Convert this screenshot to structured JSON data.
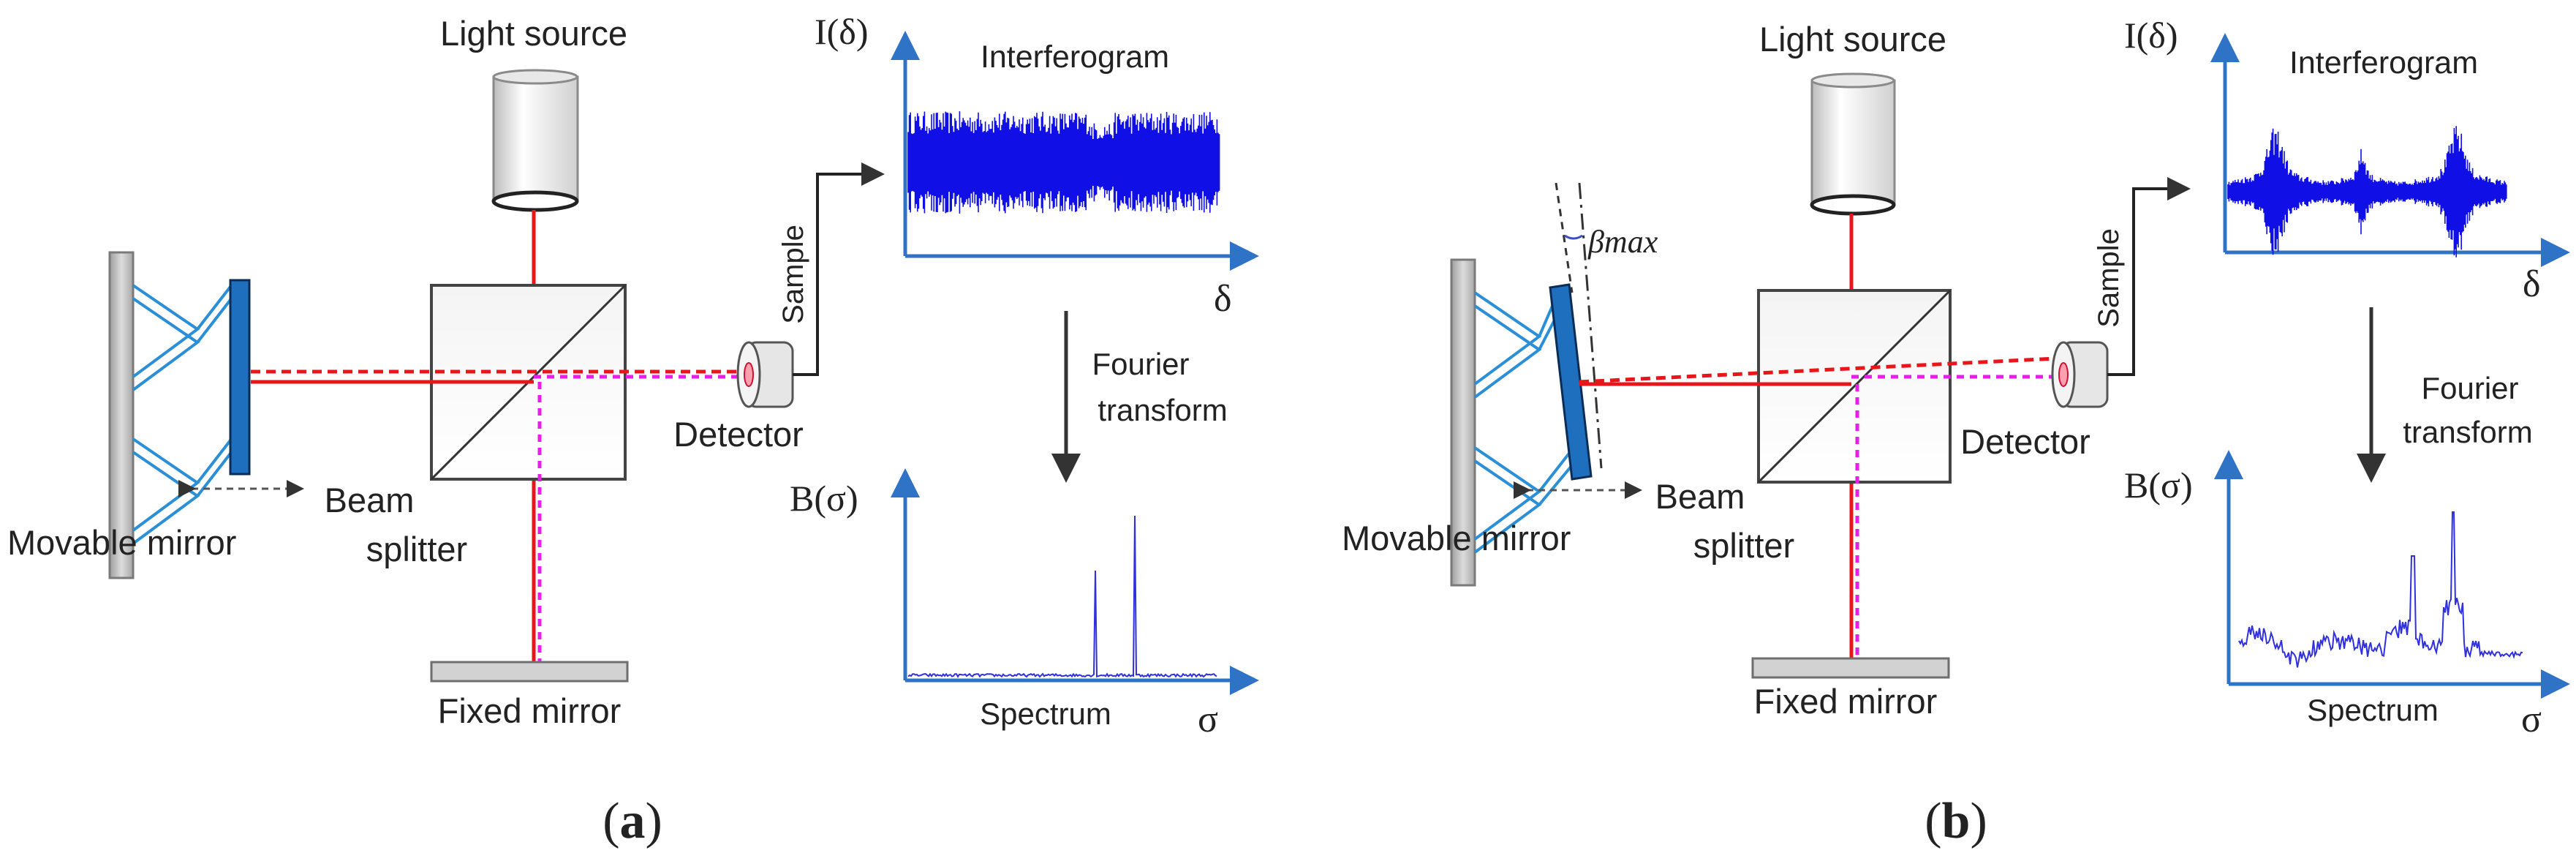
{
  "colors": {
    "beam": "#e8151b",
    "reference": "#e61fe6",
    "axis": "#2f73c6",
    "interferogram": "#1010e6",
    "spectrum": "#3030e0",
    "mirror_blue": "#1f6fbf",
    "frame_gray": "#c8c8c8"
  },
  "panel_a": {
    "light_source": "Light source",
    "movable_mirror": "Movable mirror",
    "beam_label_1": "Beam",
    "beam_label_2": "splitter",
    "fixed_mirror": "Fixed mirror",
    "detector": "Detector",
    "sample": "Sample",
    "interferogram_title": "Interferogram",
    "y_axis_top": "I(δ)",
    "x_axis_top": "δ",
    "fourier_1": "Fourier",
    "fourier_2": "transform",
    "y_axis_bottom": "B(σ)",
    "x_axis_bottom": "σ",
    "spectrum_label": "Spectrum",
    "caption_open": "(",
    "caption_letter": "a",
    "caption_close": ")"
  },
  "panel_b": {
    "light_source": "Light source",
    "movable_mirror": "Movable mirror",
    "beam_label_1": "Beam",
    "beam_label_2": "splitter",
    "fixed_mirror": "Fixed mirror",
    "detector": "Detector",
    "sample": "Sample",
    "interferogram_title": "Interferogram",
    "y_axis_top": "I(δ)",
    "x_axis_top": "δ",
    "fourier_1": "Fourier",
    "fourier_2": "transform",
    "y_axis_bottom": "B(σ)",
    "x_axis_bottom": "σ",
    "spectrum_label": "Spectrum",
    "tilt_label": "βmax",
    "caption_open": "(",
    "caption_letter": "b",
    "caption_close": ")"
  }
}
